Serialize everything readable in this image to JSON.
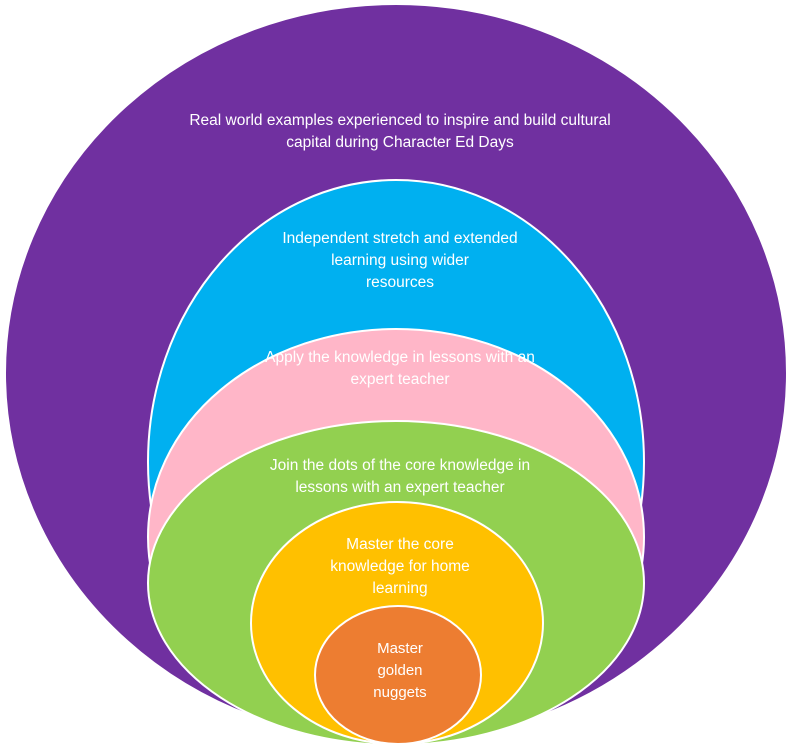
{
  "diagram": {
    "rings": [
      {
        "id": "outer",
        "color": "#7030A0",
        "text": "Real world examples experienced to inspire and build cultural\ncapital during Character Ed Days"
      },
      {
        "id": "blue",
        "color": "#00B0F0",
        "text": "Independent stretch and extended\nlearning using wider\nresources"
      },
      {
        "id": "pink",
        "color": "#FFB6C8",
        "text": "Apply the knowledge in lessons with an\nexpert teacher"
      },
      {
        "id": "green",
        "color": "#92D050",
        "text": "Join the dots of the core knowledge in\nlessons with an expert teacher"
      },
      {
        "id": "yellow",
        "color": "#FFC000",
        "text": "Master the core\nknowledge for home\nlearning"
      },
      {
        "id": "orange",
        "color": "#ED7D31",
        "text": "Master\ngolden\nnuggets"
      }
    ]
  }
}
